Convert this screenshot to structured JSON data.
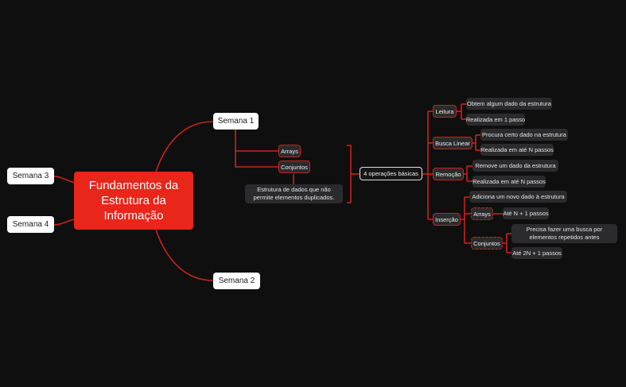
{
  "colors": {
    "background": "#0f0f10",
    "accent": "#e8261a",
    "line": "#c8231a",
    "node_dark": "#2b2b2d"
  },
  "root": {
    "label": "Fundamentos da Estrutura da Informação"
  },
  "branches": {
    "semana1": "Semana 1",
    "semana2": "Semana 2",
    "semana3": "Semana 3",
    "semana4": "Semana 4"
  },
  "semana1": {
    "arrays": "Arrays",
    "conjuntos": "Conjuntos",
    "conjuntos_note": "Estrutura de dados que não permite elementos duplicados.",
    "summary": "4 operações básicas"
  },
  "operations": {
    "leitura": {
      "label": "Leitura",
      "items": [
        "Obtem algum dado da estrutura",
        "Realizada em 1 passo"
      ]
    },
    "busca": {
      "label": "Busca Linear",
      "items": [
        "Procura certo dado na estrutura",
        "Realizada em até N passos"
      ]
    },
    "remocao": {
      "label": "Remoção",
      "items": [
        "Remove um dado da estrutura",
        "Realizada em até N passos"
      ]
    },
    "insercao": {
      "label": "Inserção",
      "desc": "Adiciona um novo dado à estrutura",
      "arrays": {
        "label": "Arrays",
        "cost": "Até N + 1 passos"
      },
      "conjuntos": {
        "label": "Conjuntos",
        "note": "Precisa fazer uma busca por elementos repetidos antes",
        "cost": "Até 2N + 1 passos"
      }
    }
  }
}
